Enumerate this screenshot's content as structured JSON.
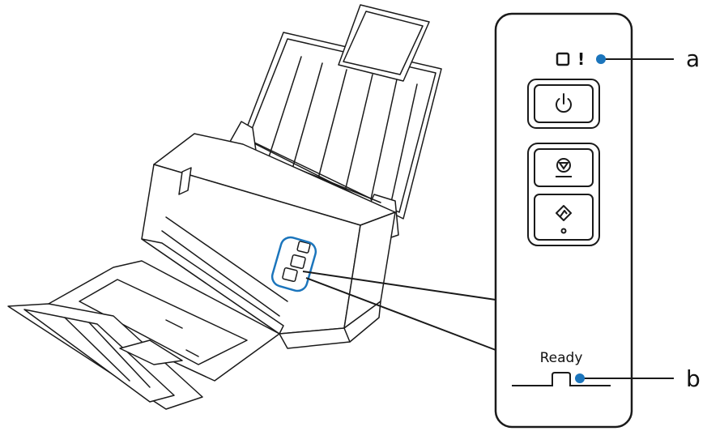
{
  "callouts": {
    "a": "a",
    "b": "b"
  },
  "status_panel": {
    "error_mark": "!",
    "ready_label": "Ready"
  },
  "buttons": {
    "power": {
      "icon": "power-icon"
    },
    "stop": {
      "icon": "stop-icon"
    },
    "start": {
      "icon": "start-scan-icon"
    }
  },
  "colors": {
    "line": "#1a1a1a",
    "callout_dot": "#1b75bc",
    "highlight": "#1b75bc"
  }
}
